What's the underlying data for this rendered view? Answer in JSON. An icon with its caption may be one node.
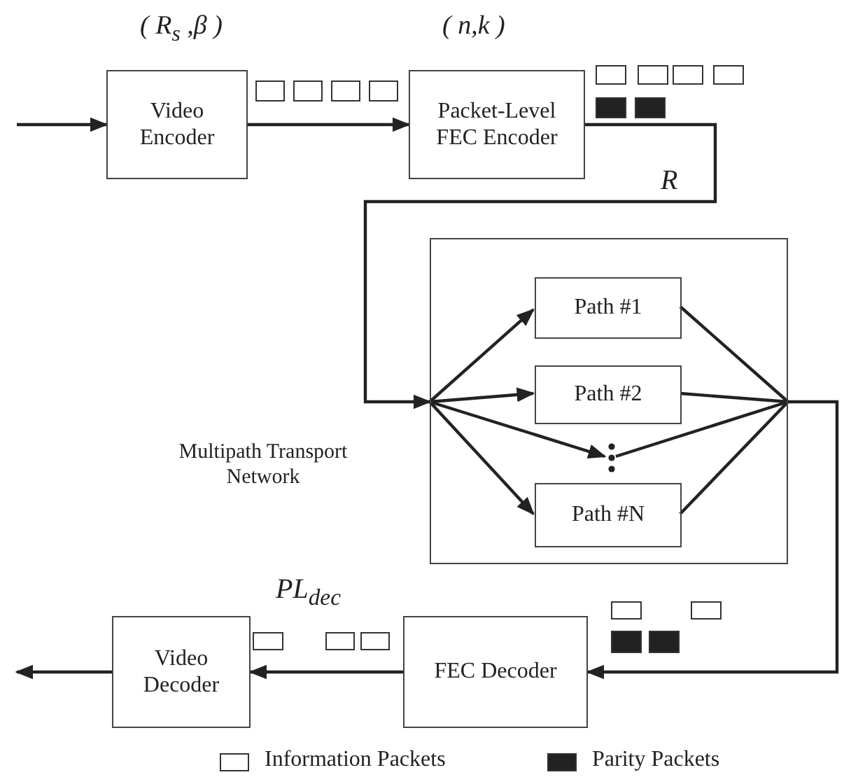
{
  "diagram": {
    "nodes": [
      {
        "text": [
          "Video Encoder"
        ],
        "beside": [
          "( R$_{s}$ ,β )"
        ]
      },
      {
        "text": [
          "Packet-Level FEC Encoder"
        ],
        "beside": [
          "( n,k )"
        ]
      },
      {
        "text": [
          "Multipath Transport Network"
        ]
      },
      {
        "text": [
          "Path #1"
        ],
        "in": 2
      },
      {
        "text": [
          "Path #2"
        ],
        "in": 2
      },
      {
        "text": [],
        "shape": "dots",
        "in": 2
      },
      {
        "text": [
          "Path #N"
        ],
        "in": 2
      },
      {
        "text": [
          "FEC Decoder"
        ]
      },
      {
        "text": [
          "Video Decoder"
        ]
      }
    ],
    "edges": [
      {
        "from": null,
        "to": 0,
        "arrow": "to"
      },
      {
        "from": 0,
        "to": 1,
        "arrow": "to"
      },
      {
        "from": 1,
        "to": 2,
        "arrow": "to",
        "label": "R"
      },
      {
        "from": 2,
        "to": 3,
        "arrow": "to"
      },
      {
        "from": 2,
        "to": 4,
        "arrow": "to"
      },
      {
        "from": 2,
        "to": 5,
        "arrow": "to"
      },
      {
        "from": 2,
        "to": 6,
        "arrow": "to"
      },
      {
        "from": 3,
        "to": 2,
        "arrow": "none"
      },
      {
        "from": 4,
        "to": 2,
        "arrow": "none"
      },
      {
        "from": 5,
        "to": 2,
        "arrow": "none"
      },
      {
        "from": 6,
        "to": 2,
        "arrow": "none"
      },
      {
        "from": 2,
        "to": 7,
        "arrow": "to"
      },
      {
        "from": 7,
        "to": 8,
        "arrow": "to",
        "label": "PL$_{dec}$"
      },
      {
        "from": 8,
        "to": null,
        "arrow": "to"
      }
    ],
    "legend": [
      {
        "text": "Information Packets",
        "color": "#ffffff"
      },
      {
        "text": "Parity Packets",
        "color": "#222222"
      }
    ]
  }
}
